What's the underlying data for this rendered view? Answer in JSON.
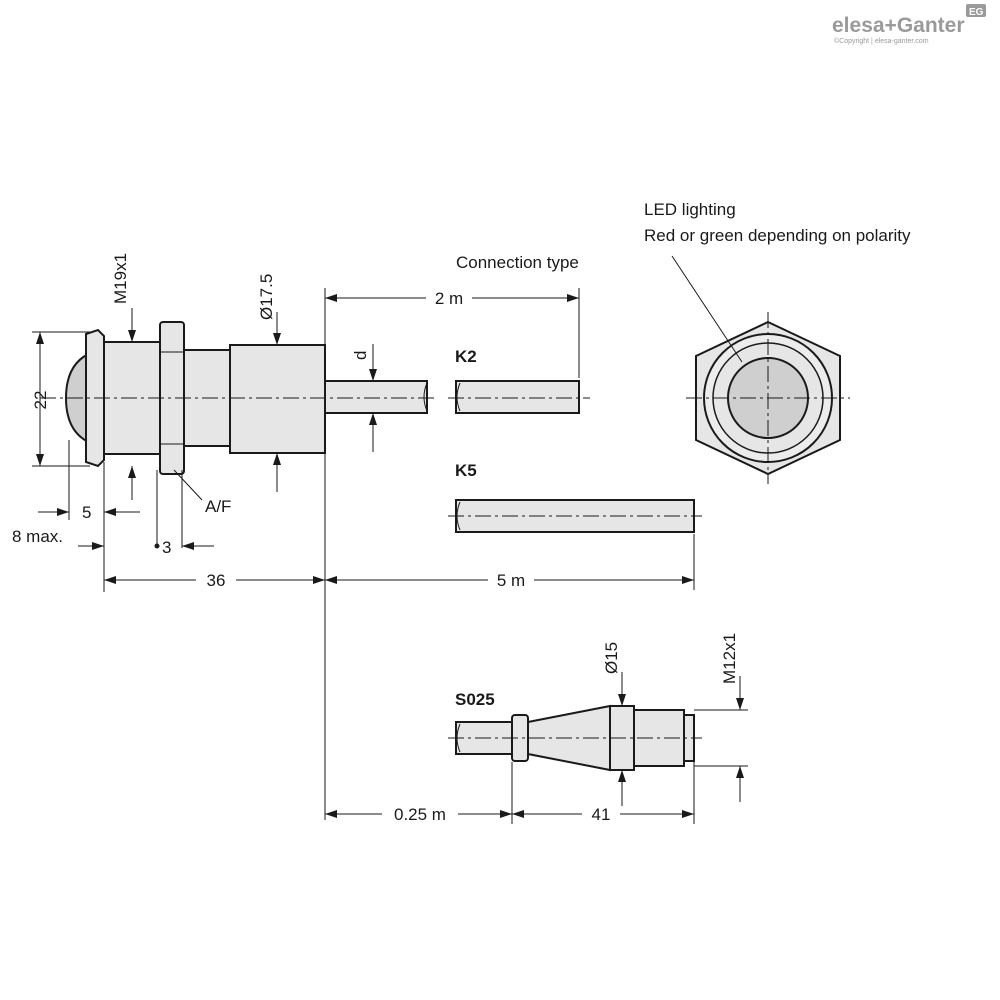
{
  "brand": {
    "logo_text": "elesa+Ganter",
    "copyright": "©Copyright | elesa-ganter.com",
    "badge": "EG"
  },
  "callout": {
    "line1": "LED lighting",
    "line2": "Red or green depending on polarity"
  },
  "connection_title": "Connection type",
  "types": {
    "k2": "K2",
    "k5": "K5",
    "s025": "S025"
  },
  "dimensions": {
    "thread_main": "M19x1",
    "diameter_body": "Ø17.5",
    "height": "22",
    "flange": "5",
    "dome_max": "8 max.",
    "nut": "3",
    "across_flats": "A/F",
    "length_body": "36",
    "cable_d": "d",
    "cable_2m": "2 m",
    "cable_5m": "5 m",
    "cable_025m": "0.25 m",
    "connector_len": "41",
    "connector_dia": "Ø15",
    "thread_conn": "M12x1"
  },
  "colors": {
    "line": "#1a1a1a",
    "fill": "#e6e6e6",
    "lens": "#cfcfcf",
    "logo": "#9a9a9a"
  }
}
